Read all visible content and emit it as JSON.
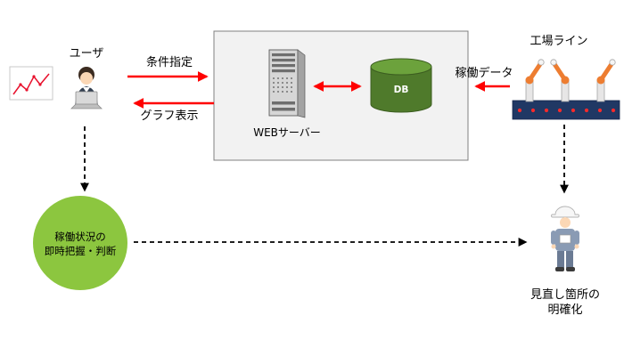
{
  "diagram": {
    "user": {
      "label": "ユーザ"
    },
    "flows": {
      "condition": "条件指定",
      "graph_display": "グラフ表示",
      "operation_data": "稼働データ"
    },
    "system_box": {
      "web_server_label": "WEBサーバー",
      "db_label": "DB"
    },
    "factory": {
      "label": "工場ライン"
    },
    "outcome_circle": {
      "line1": "稼働状況の",
      "line2": "即時把握・判断"
    },
    "worker": {
      "line1": "見直し箇所の",
      "line2": "明確化"
    },
    "illustrations": {
      "chart": "line-chart",
      "user": "person-at-laptop",
      "server": "server-tower",
      "db": "database-cylinder",
      "factory": "robot-arm-production-line",
      "worker": "construction-worker"
    },
    "colors": {
      "arrow_red": "#FF0000",
      "dashed_black": "#000000",
      "circle_green": "#8CC63F",
      "db_green": "#4F7A2B",
      "db_top": "#6CA23C",
      "box_fill": "#F2F2F2",
      "box_border": "#808080"
    }
  }
}
